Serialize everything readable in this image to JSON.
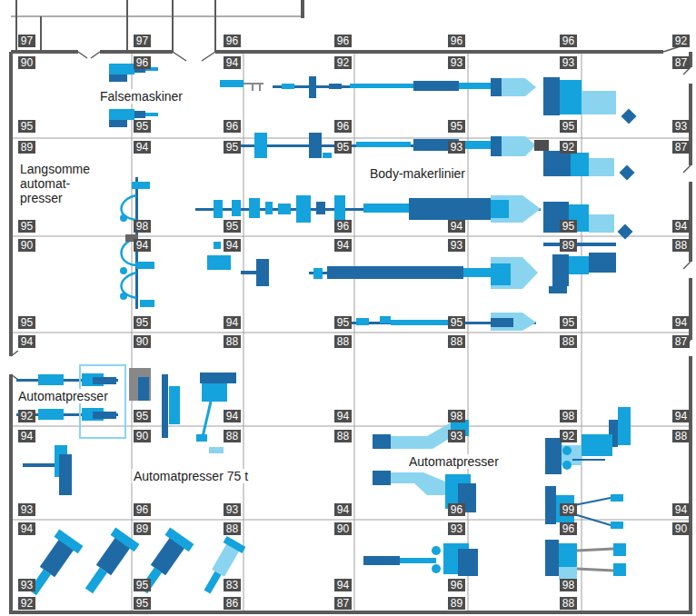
{
  "diagram": {
    "labels": [
      "97",
      "97",
      "96",
      "96",
      "96",
      "96",
      "92",
      "90",
      "96",
      "94",
      "92",
      "93",
      "93",
      "87",
      "Falsemaskiner",
      "95",
      "95",
      "96",
      "96",
      "95",
      "95",
      "93",
      "89",
      "94",
      "95",
      "95",
      "93",
      "92",
      "87",
      "Langsomme automat- presser",
      "Body-makerlinier",
      "95",
      "98",
      "95",
      "96",
      "94",
      "95",
      "94",
      "90",
      "94",
      "94",
      "94",
      "93",
      "89",
      "88",
      "95",
      "95",
      "94",
      "95",
      "95",
      "95",
      "94",
      "94",
      "90",
      "88",
      "88",
      "88",
      "88",
      "87",
      "Automatpresser",
      "92",
      "95",
      "94",
      "94",
      "98",
      "98",
      "94",
      "94",
      "90",
      "88",
      "88",
      "93",
      "92",
      "88",
      "Automatpresser",
      "Automatpresser 75 t",
      "93",
      "96",
      "93",
      "94",
      "96",
      "99",
      "94",
      "94",
      "89",
      "88",
      "90",
      "93",
      "96",
      "90",
      "93",
      "95",
      "83",
      "94",
      "96",
      "98",
      "92",
      "95",
      "86",
      "87",
      "89",
      "88"
    ]
  }
}
